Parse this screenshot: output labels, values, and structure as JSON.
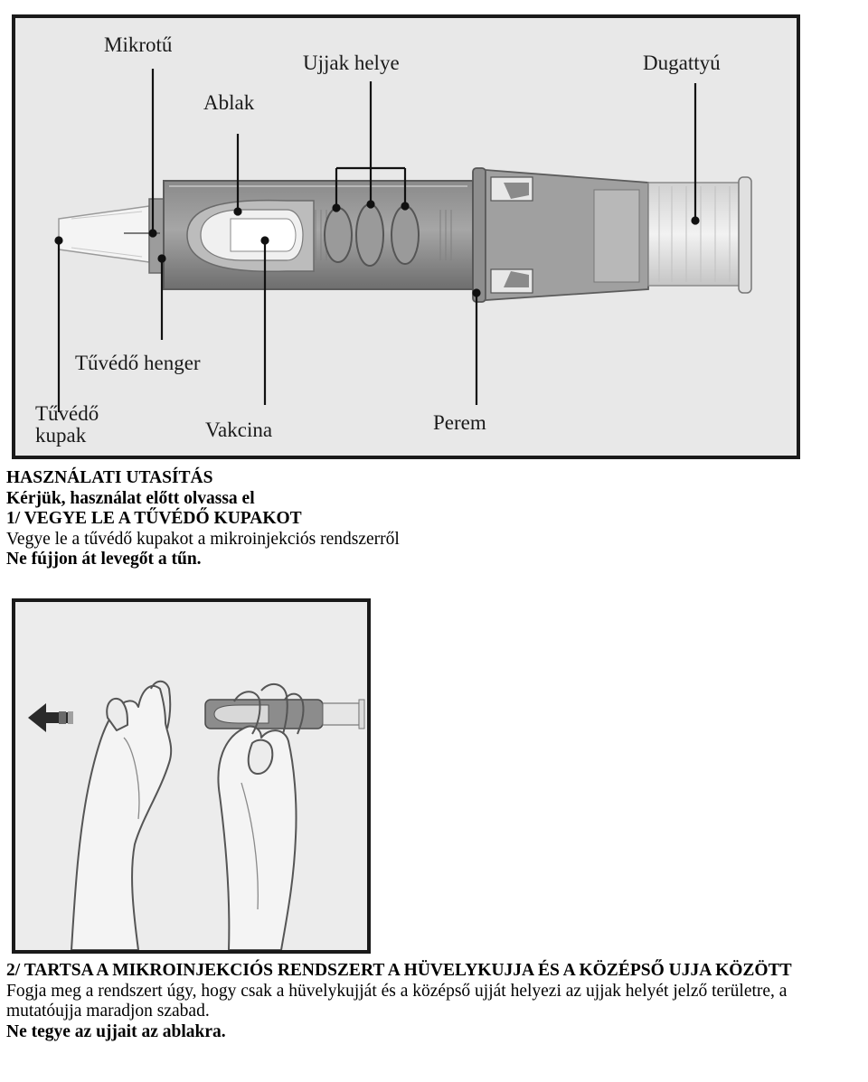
{
  "figure1": {
    "labels": {
      "mikrotu": "Mikrotű",
      "ujjak_helye": "Ujjak helye",
      "dugattyu": "Dugattyú",
      "ablak": "Ablak",
      "tuvedo_henger": "Tűvédő henger",
      "tuvedo_kupak_line1": "Tűvédő",
      "tuvedo_kupak_line2": "kupak",
      "vakcina": "Vakcina",
      "perem": "Perem"
    }
  },
  "instructions": {
    "title": "HASZNÁLATI UTASÍTÁS",
    "read_before": "Kérjük, használat előtt olvassa el",
    "step1_heading": "1/ VEGYE LE A TŰVÉDŐ KUPAKOT",
    "step1_text": "Vegye le a tűvédő kupakot a mikroinjekciós rendszerről",
    "step1_warning": "Ne fújjon át levegőt a tűn."
  },
  "step2": {
    "heading": "2/ TARTSA A MIKROINJEKCIÓS RENDSZERT A HÜVELYKUJJA ÉS A KÖZÉPSŐ UJJA KÖZÖTT",
    "text": "Fogja meg a rendszert úgy, hogy csak a hüvelykujját és a középső ujját helyezi az ujjak helyét jelző területre, a mutatóujja maradjon szabad.",
    "warning": "Ne tegye az ujjait az ablakra."
  }
}
